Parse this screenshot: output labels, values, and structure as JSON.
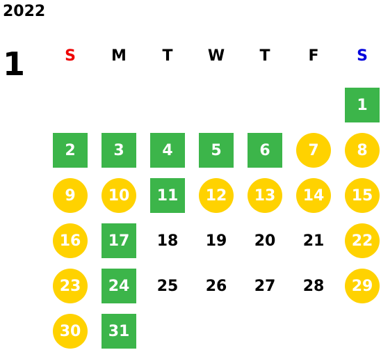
{
  "year": "2022",
  "month": "1",
  "colors": {
    "sunday": "#ee0000",
    "saturday": "#0000dd",
    "weekday": "#000000",
    "green_day": "#3cb54a",
    "yellow_day": "#ffd200",
    "day_text_on_color": "#ffffff"
  },
  "weekdays": [
    {
      "label": "S",
      "color": "#ee0000"
    },
    {
      "label": "M",
      "color": "#000000"
    },
    {
      "label": "T",
      "color": "#000000"
    },
    {
      "label": "W",
      "color": "#000000"
    },
    {
      "label": "T",
      "color": "#000000"
    },
    {
      "label": "F",
      "color": "#000000"
    },
    {
      "label": "S",
      "color": "#0000dd"
    }
  ],
  "days": [
    {
      "day": "1",
      "style": "green"
    },
    {
      "day": "2",
      "style": "green"
    },
    {
      "day": "3",
      "style": "green"
    },
    {
      "day": "4",
      "style": "green"
    },
    {
      "day": "5",
      "style": "green"
    },
    {
      "day": "6",
      "style": "green"
    },
    {
      "day": "7",
      "style": "yellow"
    },
    {
      "day": "8",
      "style": "yellow"
    },
    {
      "day": "9",
      "style": "yellow"
    },
    {
      "day": "10",
      "style": "yellow"
    },
    {
      "day": "11",
      "style": "green"
    },
    {
      "day": "12",
      "style": "yellow"
    },
    {
      "day": "13",
      "style": "yellow"
    },
    {
      "day": "14",
      "style": "yellow"
    },
    {
      "day": "15",
      "style": "yellow"
    },
    {
      "day": "16",
      "style": "yellow"
    },
    {
      "day": "17",
      "style": "green"
    },
    {
      "day": "18",
      "style": "plain"
    },
    {
      "day": "19",
      "style": "plain"
    },
    {
      "day": "20",
      "style": "plain"
    },
    {
      "day": "21",
      "style": "plain"
    },
    {
      "day": "22",
      "style": "yellow"
    },
    {
      "day": "23",
      "style": "yellow"
    },
    {
      "day": "24",
      "style": "green"
    },
    {
      "day": "25",
      "style": "plain"
    },
    {
      "day": "26",
      "style": "plain"
    },
    {
      "day": "27",
      "style": "plain"
    },
    {
      "day": "28",
      "style": "plain"
    },
    {
      "day": "29",
      "style": "yellow"
    },
    {
      "day": "30",
      "style": "yellow"
    },
    {
      "day": "31",
      "style": "green"
    }
  ]
}
